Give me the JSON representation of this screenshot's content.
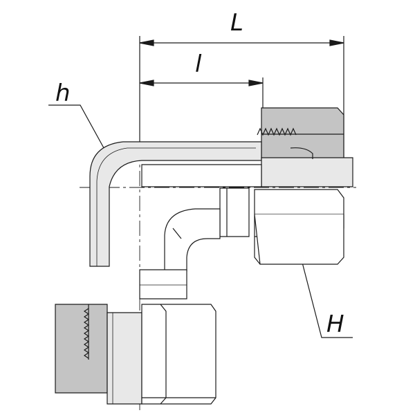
{
  "labels": {
    "overall_length": "L",
    "inner_length": "l",
    "tube_bend": "h",
    "hex_nut": "H"
  },
  "colors": {
    "outline": "#1a1a1a",
    "metal_light": "#e8e8e8",
    "metal_mid": "#c4c4c4",
    "background": "#ffffff"
  }
}
